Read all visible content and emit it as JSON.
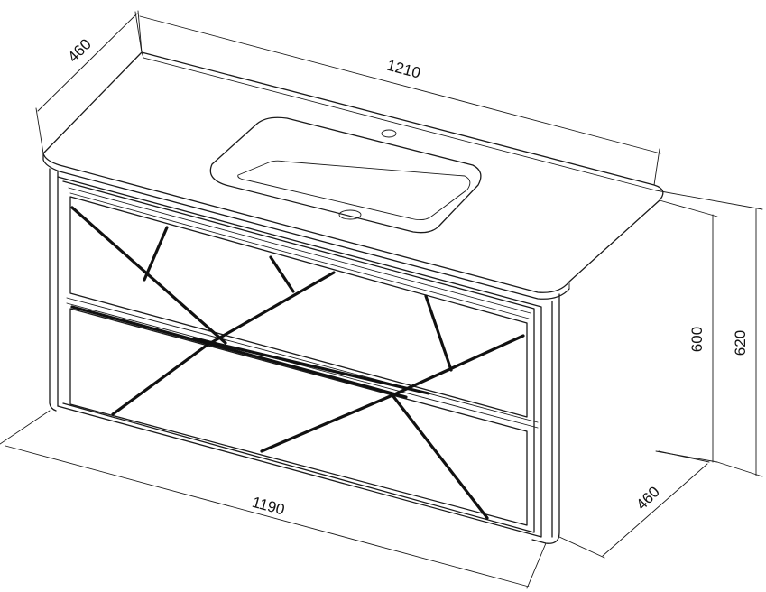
{
  "dimensions": {
    "top_length": "1210",
    "top_depth": "460",
    "cabinet_height": "600",
    "total_height": "620",
    "bottom_length": "1190",
    "bottom_depth": "460"
  }
}
